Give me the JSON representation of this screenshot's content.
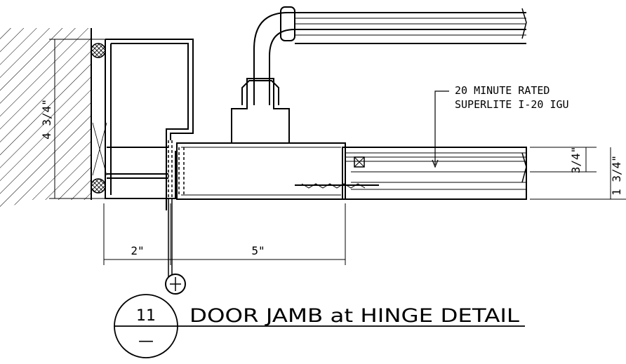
{
  "note": {
    "line1": "20 MINUTE RATED",
    "line2": "SUPERLITE I-20 IGU"
  },
  "dimensions": {
    "jamb_depth": "4 3/4\"",
    "frame_face": "2\"",
    "door_edge": "5\"",
    "glass_thickness": "3/4\"",
    "door_thickness": "1 3/4\""
  },
  "title_block": {
    "detail_number": "11",
    "sheet_number": "—",
    "title": "DOOR JAMB at HINGE DETAIL"
  }
}
